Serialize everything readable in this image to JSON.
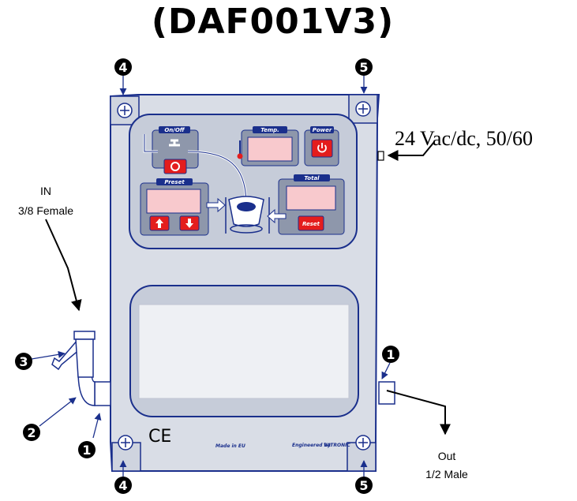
{
  "title": "(DAF001V3)",
  "power_label": "24 Vac/dc,  50/60",
  "inlet": {
    "line1": "IN",
    "line2": "3/8 Female"
  },
  "outlet": {
    "line1": "Out",
    "line2": "1/2 Male"
  },
  "badges": {
    "one": "1",
    "two": "2",
    "three": "3",
    "four": "4",
    "five": "5"
  },
  "panel": {
    "onoff": "On/Off",
    "temp": "Temp.",
    "power": "Power",
    "preset": "Preset",
    "total": "Total",
    "reset": "Reset"
  },
  "footer": {
    "ce": "CE",
    "made_in": "Made in EU",
    "engineered_by": "Engineered by",
    "brand": "VATRONIC"
  },
  "colors": {
    "enclosure": "#d9dde6",
    "outline": "#1a2f8c",
    "display": "#f8c9cd",
    "button": "#e41d1d",
    "badge": "#000000"
  }
}
